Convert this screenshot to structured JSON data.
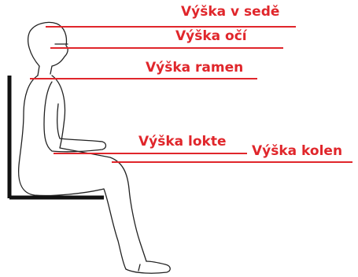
{
  "diagram": {
    "accent_color": "#e0262b",
    "labels": {
      "sitting_height": "Výška v sedě",
      "eye_height": "Výška očí",
      "shoulder_height": "Výška ramen",
      "elbow_height": "Výška lokte",
      "knee_height": "Výška kolen"
    }
  }
}
